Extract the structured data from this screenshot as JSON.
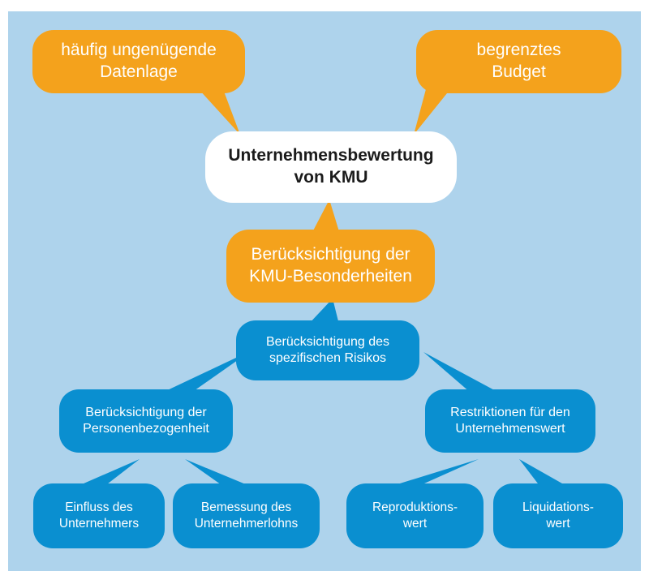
{
  "diagram": {
    "colors": {
      "background": "#aed3ec",
      "orange": "#f4a21c",
      "blue": "#0a8fd0",
      "white": "#ffffff"
    },
    "datenlage": {
      "line1": "häufig ungenügende",
      "line2": "Datenlage"
    },
    "budget": {
      "line1": "begrenztes",
      "line2": "Budget"
    },
    "center": {
      "line1": "Unternehmensbewertung",
      "line2": "von KMU"
    },
    "besonderheiten": {
      "line1": "Berücksichtigung der",
      "line2": "KMU-Besonderheiten"
    },
    "risiko": {
      "line1": "Berücksichtigung des",
      "line2": "spezifischen Risikos"
    },
    "personen": {
      "line1": "Berücksichtigung der",
      "line2": "Personenbezogenheit"
    },
    "restriktionen": {
      "line1": "Restriktionen für den",
      "line2": "Unternehmenswert"
    },
    "einfluss": {
      "line1": "Einfluss des",
      "line2": "Unternehmers"
    },
    "bemessung": {
      "line1": "Bemessung des",
      "line2": "Unternehmerlohns"
    },
    "reproduktion": {
      "line1": "Reproduktions-",
      "line2": "wert"
    },
    "liquidation": {
      "line1": "Liquidations-",
      "line2": "wert"
    }
  }
}
